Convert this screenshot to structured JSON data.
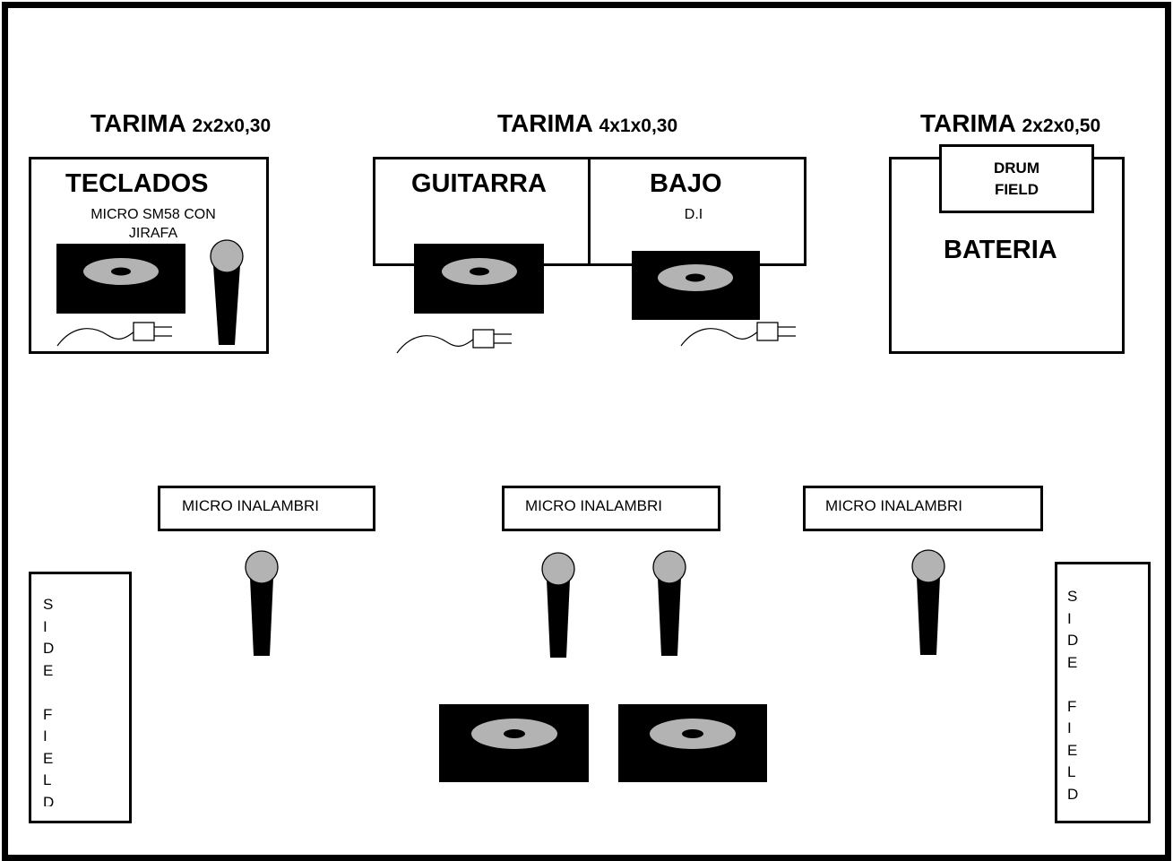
{
  "platforms": {
    "left": {
      "label": "TARIMA",
      "dims": "2x2x0,30"
    },
    "center": {
      "label": "TARIMA",
      "dims": "4x1x0,30"
    },
    "right": {
      "label": "TARIMA",
      "dims": "2x2x0,50"
    }
  },
  "teclados": {
    "title": "TECLADOS",
    "note_line1": "MICRO SM58  CON",
    "note_line2": "JIRAFA"
  },
  "guitarra": {
    "title": "GUITARRA"
  },
  "bajo": {
    "title": "BAJO",
    "note": "D.I"
  },
  "bateria": {
    "title": "BATERIA",
    "drum_field_line1": "DRUM",
    "drum_field_line2": "FIELD"
  },
  "wireless_mics": [
    "MICRO INALAMBRI",
    "MICRO INALAMBRI",
    "MICRO  INALAMBRI"
  ],
  "side_fields": {
    "left": "S\nI\nD\nE\n\nF\nI\nE\nL\nD",
    "right": "S\nI\nD\nE\n\nF\nI\nE\nL\nD"
  },
  "colors": {
    "ink": "#000000",
    "speaker_cone": "#b3b3b3",
    "mic_head": "#b3b3b3",
    "background": "#ffffff"
  },
  "icons": [
    "monitor-speaker-icon",
    "microphone-icon",
    "power-plug-icon"
  ]
}
